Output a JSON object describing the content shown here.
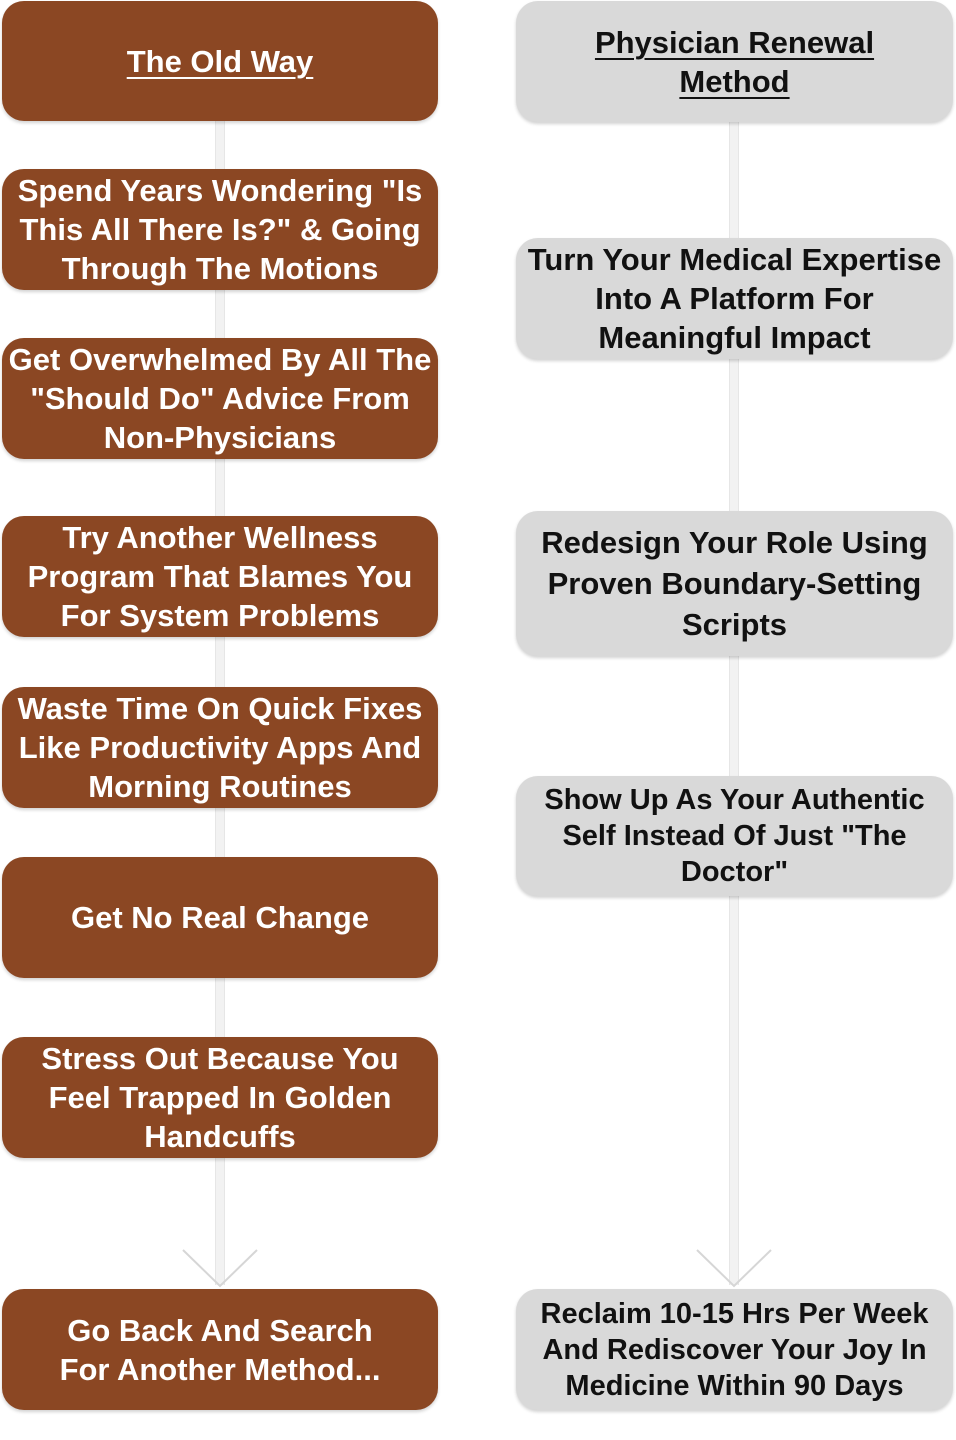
{
  "colors": {
    "old_way_fill": "#8b4723",
    "old_way_text": "#ffffff",
    "renewal_fill": "#d9d9d9",
    "renewal_text": "#111111",
    "connector": "#e6e6e6"
  },
  "left_column": {
    "header": "The Old Way",
    "steps": [
      "Spend Years Wondering \"Is This All There Is?\" & Going Through The Motions",
      "Get Overwhelmed By All The \"Should Do\" Advice From Non-Physicians",
      "Try Another Wellness Program That Blames You For System Problems",
      "Waste Time On Quick Fixes Like Productivity Apps And Morning Routines",
      "Get No Real Change",
      "Stress Out Because You Feel Trapped In Golden Handcuffs"
    ],
    "outcome": "Go Back And Search For Another Method..."
  },
  "right_column": {
    "header": "Physician Renewal Method",
    "steps": [
      "Turn Your Medical Expertise Into A Platform For Meaningful Impact",
      "Redesign Your Role Using Proven Boundary-Setting Scripts",
      "Show Up As Your Authentic Self Instead Of Just \"The Doctor\""
    ],
    "outcome": "Reclaim 10-15 Hrs Per Week And Rediscover Your Joy In Medicine Within 90 Days"
  }
}
